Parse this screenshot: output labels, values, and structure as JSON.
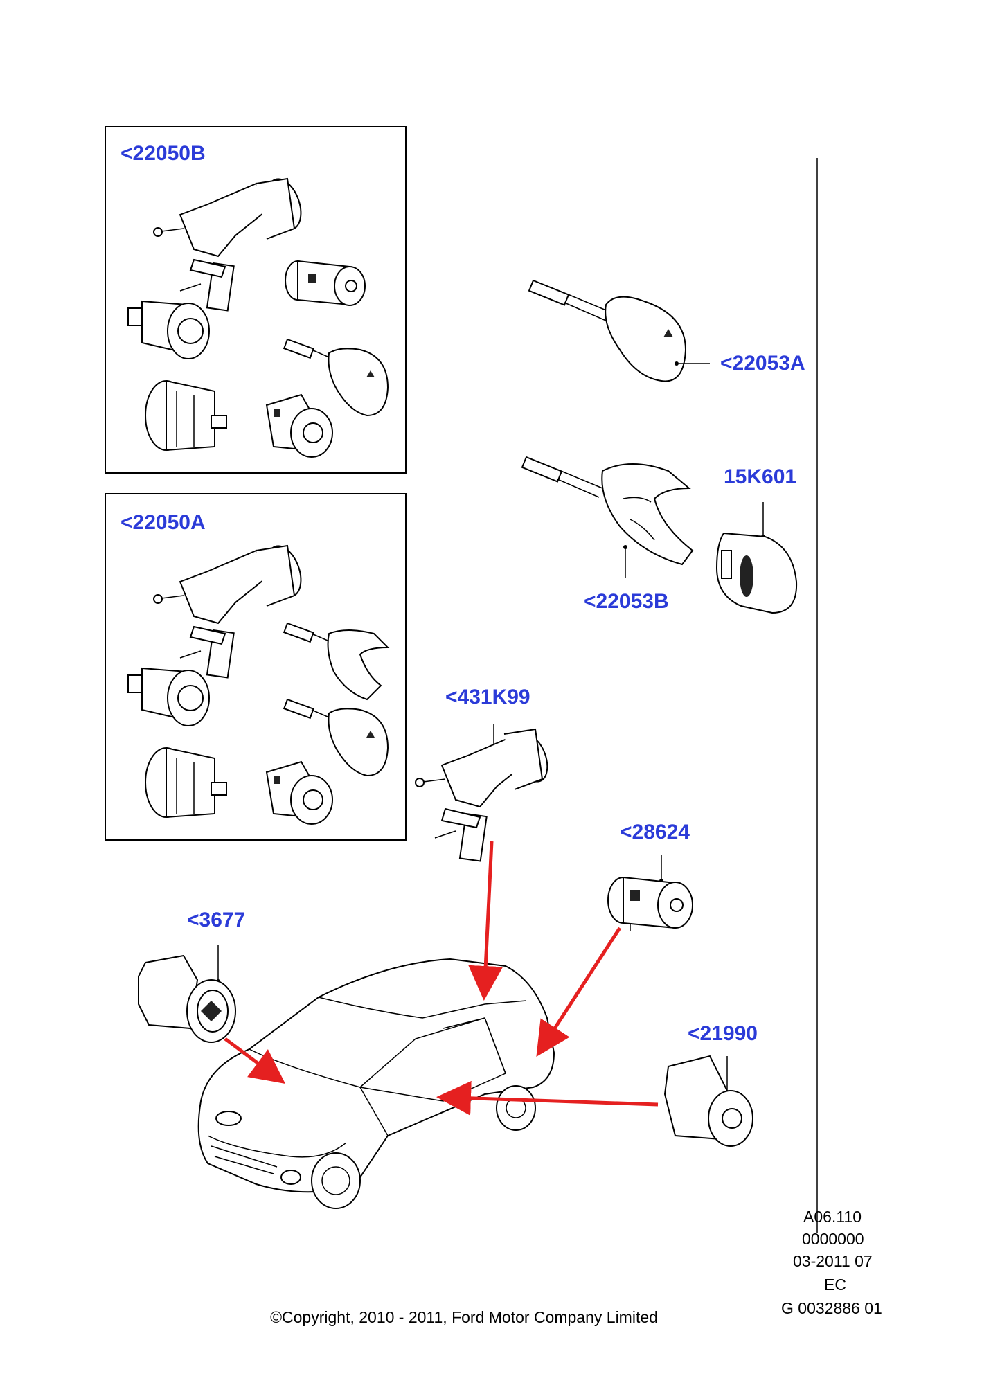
{
  "callouts": {
    "kit_b": "<22050B",
    "kit_a": "<22050A",
    "key_a": "<22053A",
    "key_b": "<22053B",
    "transponder": "15K601",
    "ignition": "<431K99",
    "tailgate": "<28624",
    "front_door": "<3677",
    "rear_door": "<21990"
  },
  "illustration_ref": {
    "line1": "A06.110",
    "line2": "0000000",
    "line3": "03-2011 07",
    "line4": "EC",
    "line5": "G 0032886 01"
  },
  "copyright": "©Copyright, 2010 - 2011, Ford Motor Company Limited",
  "colors": {
    "callout": "#2b3bd8",
    "arrow": "#e52020",
    "line": "#000000"
  }
}
